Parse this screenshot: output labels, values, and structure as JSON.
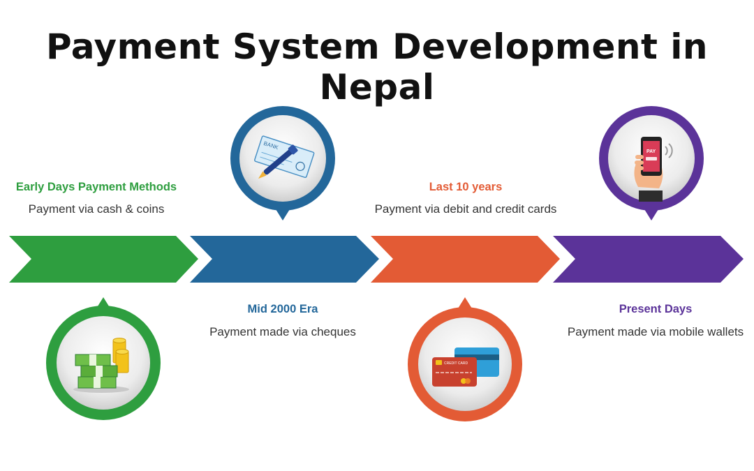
{
  "title": "Payment System Development in Nepal",
  "colors": {
    "green": "#2e9e3f",
    "blue": "#23679a",
    "orange": "#e35b35",
    "purple": "#5b3399",
    "text": "#333333"
  },
  "stages": [
    {
      "heading": "Early Days Payment Methods",
      "description": "Payment via cash & coins",
      "color": "#2e9e3f",
      "icon": "cash-and-coins-icon"
    },
    {
      "heading": "Mid 2000 Era",
      "description": "Payment made via cheques",
      "color": "#23679a",
      "icon": "bank-cheque-pen-icon",
      "icon_text": "BANK"
    },
    {
      "heading": "Last 10 years",
      "description": "Payment via debit and credit cards",
      "color": "#e35b35",
      "icon": "credit-cards-icon",
      "icon_text": "CREDIT CARD"
    },
    {
      "heading": "Present Days",
      "description": "Payment made via mobile wallets",
      "color": "#5b3399",
      "icon": "mobile-payment-icon",
      "icon_text": "PAY"
    }
  ]
}
